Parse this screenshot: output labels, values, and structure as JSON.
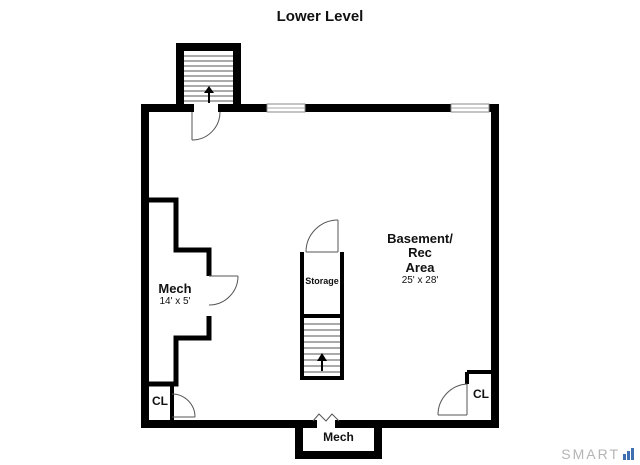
{
  "plan": {
    "title": "Lower Level",
    "rooms": {
      "basement": {
        "name_line1": "Basement/",
        "name_line2": "Rec",
        "name_line3": "Area",
        "dims": "25' x 28'"
      },
      "mech_left": {
        "name": "Mech",
        "dims": "14' x 5'"
      },
      "storage": {
        "name": "Storage"
      },
      "closet_left": {
        "name": "CL"
      },
      "closet_right": {
        "name": "CL"
      },
      "mech_bottom": {
        "name": "Mech"
      }
    }
  },
  "branding": {
    "logo_text": "SMART"
  },
  "colors": {
    "wall": "#000000",
    "window": "#aaaaaa",
    "logo_bars": "#3f6fb0",
    "logo_text": "#b5b5b5"
  }
}
